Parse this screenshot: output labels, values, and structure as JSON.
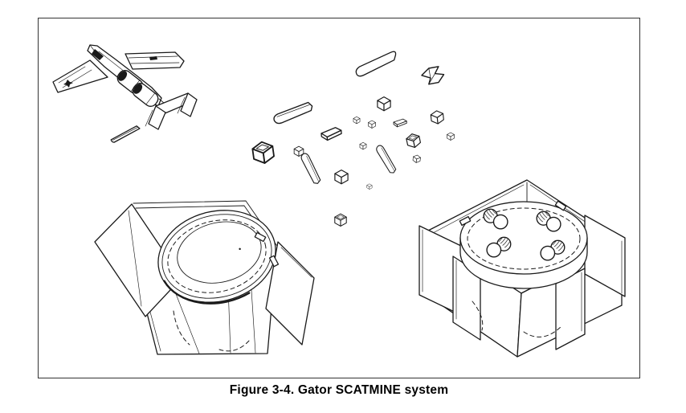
{
  "colors": {
    "ink": "#1a1a1a",
    "paper": "#ffffff",
    "frame": "#333333"
  },
  "figure": {
    "caption": "Figure 3-4. Gator SCATMINE system",
    "elements": [
      "aircraft",
      "scattered-submunitions",
      "antitank-mine",
      "antipersonnel-mine"
    ]
  }
}
